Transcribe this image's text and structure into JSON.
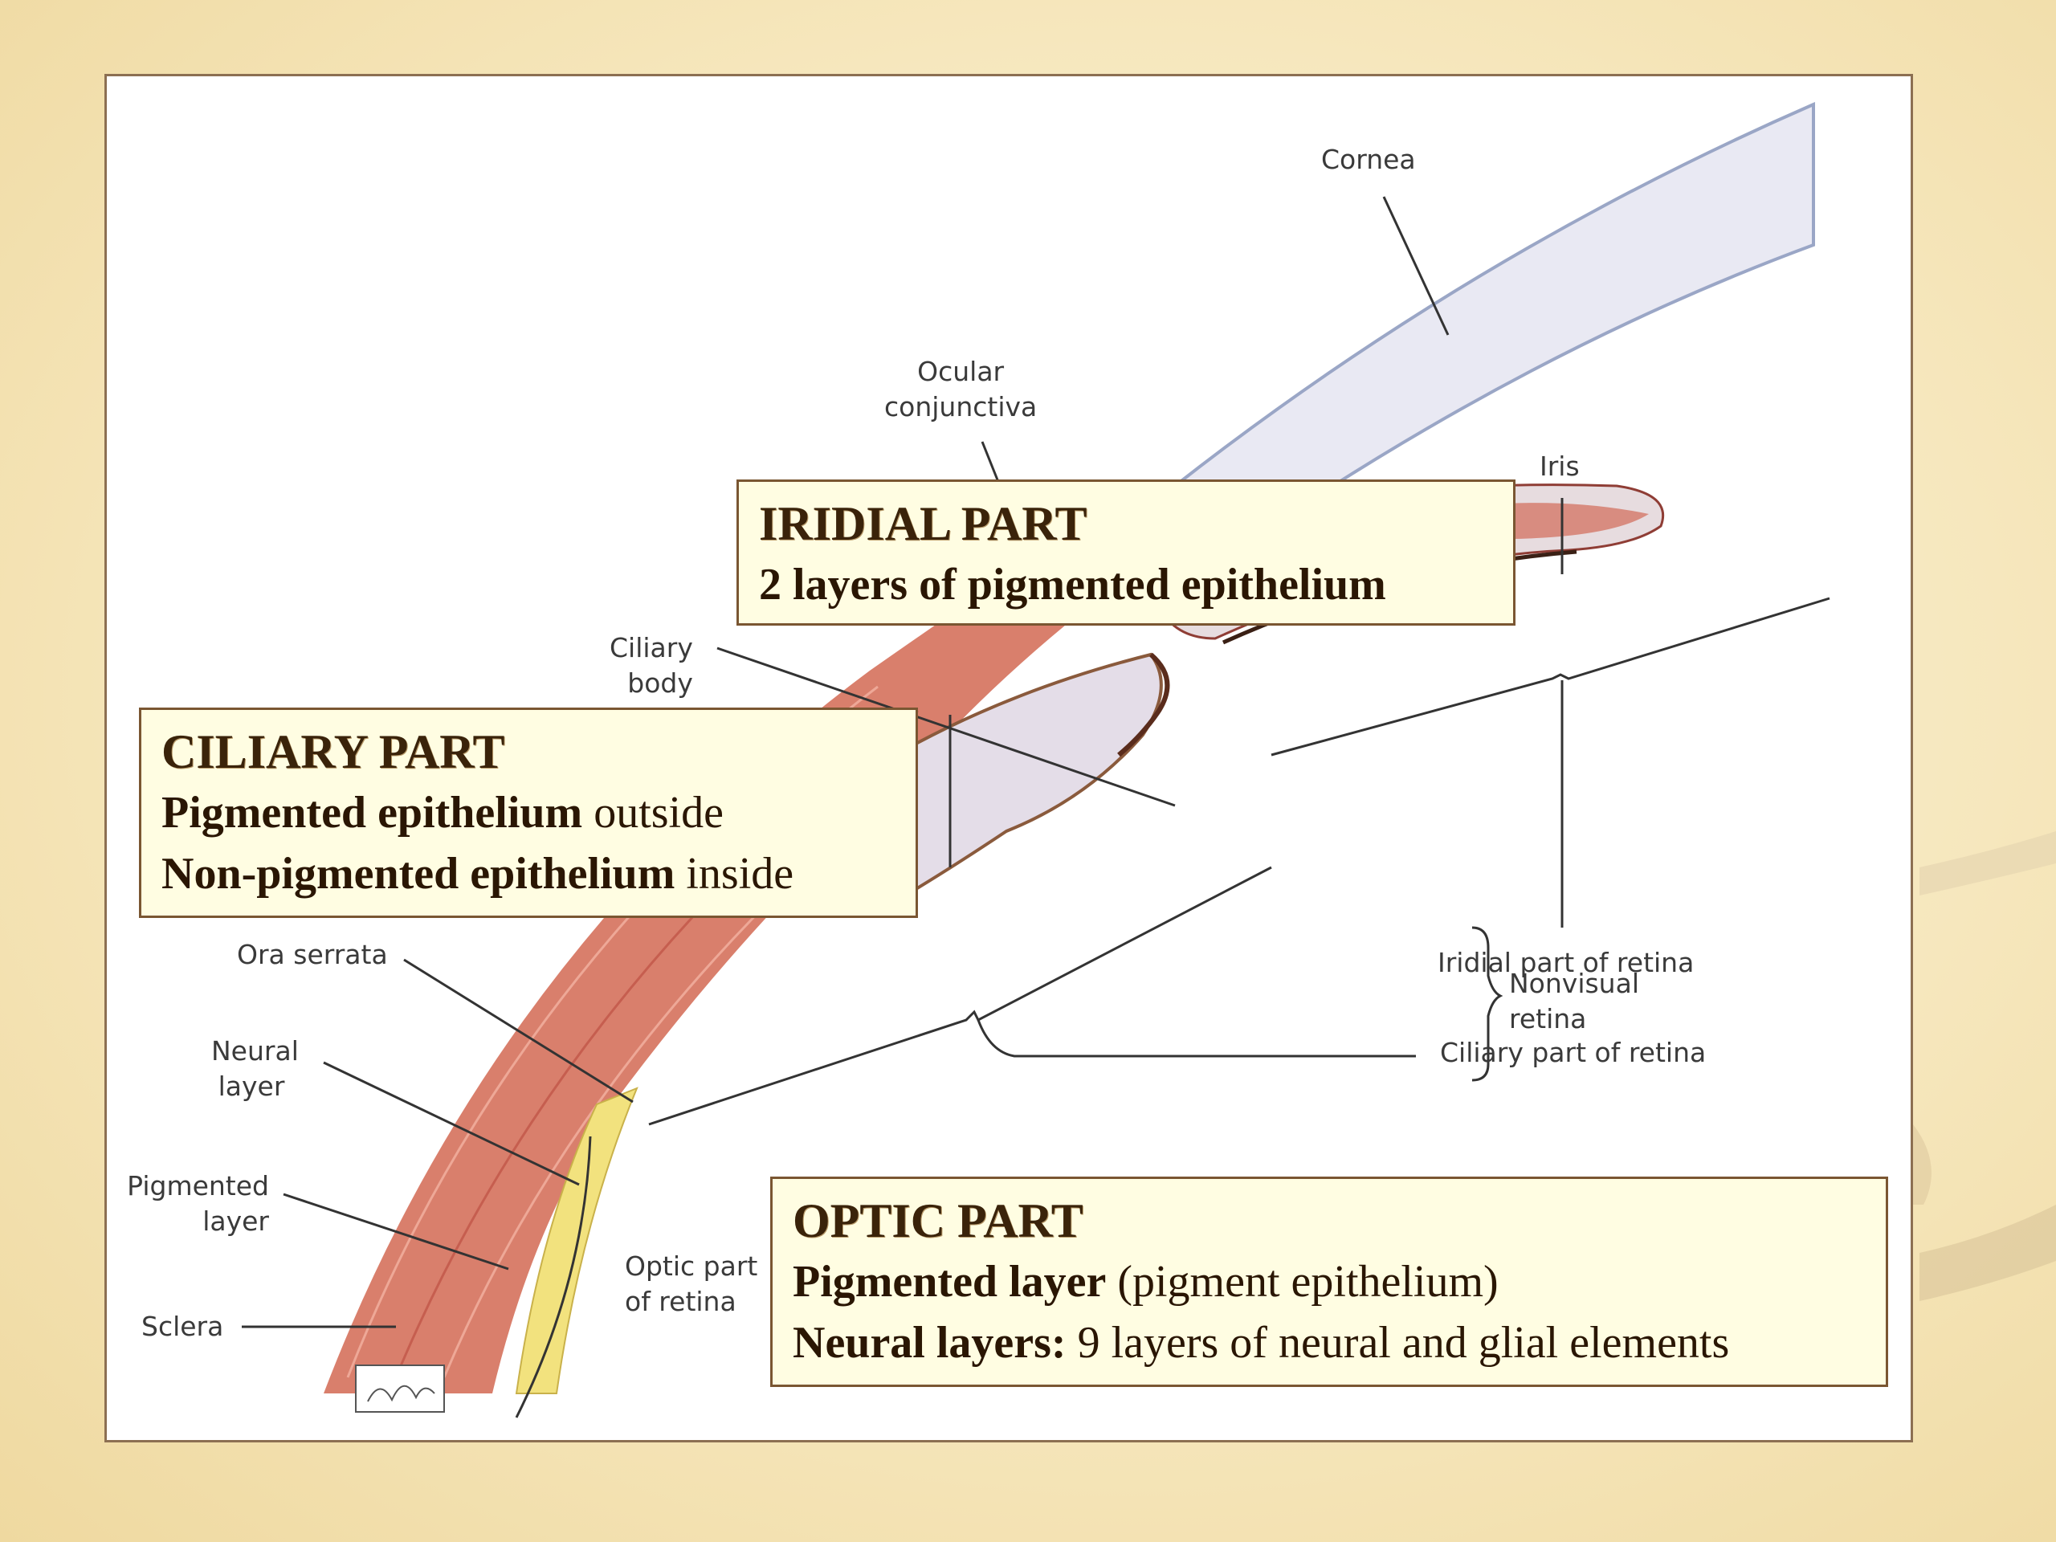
{
  "labels": {
    "cornea": "Cornea",
    "ocular_conjunctiva": [
      "Ocular",
      "conjunctiva"
    ],
    "iris": "Iris",
    "ciliary_body": [
      "Ciliary",
      "body"
    ],
    "ora_serrata": "Ora serrata",
    "neural_layer": [
      "Neural",
      "layer"
    ],
    "pigmented_layer": [
      "Pigmented",
      "layer"
    ],
    "sclera": "Sclera",
    "optic_part_of_retina": [
      "Optic part",
      "of retina"
    ],
    "iridial_part_of_retina": "Iridial part of retina",
    "ciliary_part_of_retina": "Ciliary part of retina",
    "nonvisual_retina": [
      "Nonvisual",
      "retina"
    ]
  },
  "boxes": {
    "iridial": {
      "title": "IRIDIAL PART",
      "line1": "2 layers of pigmented epithelium"
    },
    "ciliary": {
      "title": "CILIARY PART",
      "line1_bold": "Pigmented epithelium",
      "line1_rest": " outside",
      "line2_bold": "Non-pigmented epithelium",
      "line2_rest": " inside"
    },
    "optic": {
      "title": "OPTIC PART",
      "line1_bold": "Pigmented layer",
      "line1_rest": " (pigment epithelium)",
      "line2_bold": "Neural layers:",
      "line2_rest": " 9 layers of neural and glial elements"
    }
  },
  "colors": {
    "muscle": "#d97c6a",
    "muscle_dark": "#b5463d",
    "neural_yellow": "#f2e27e",
    "cornea": "#e8e8f2",
    "box_fill": "#fffde2",
    "box_border": "#7a5632"
  }
}
